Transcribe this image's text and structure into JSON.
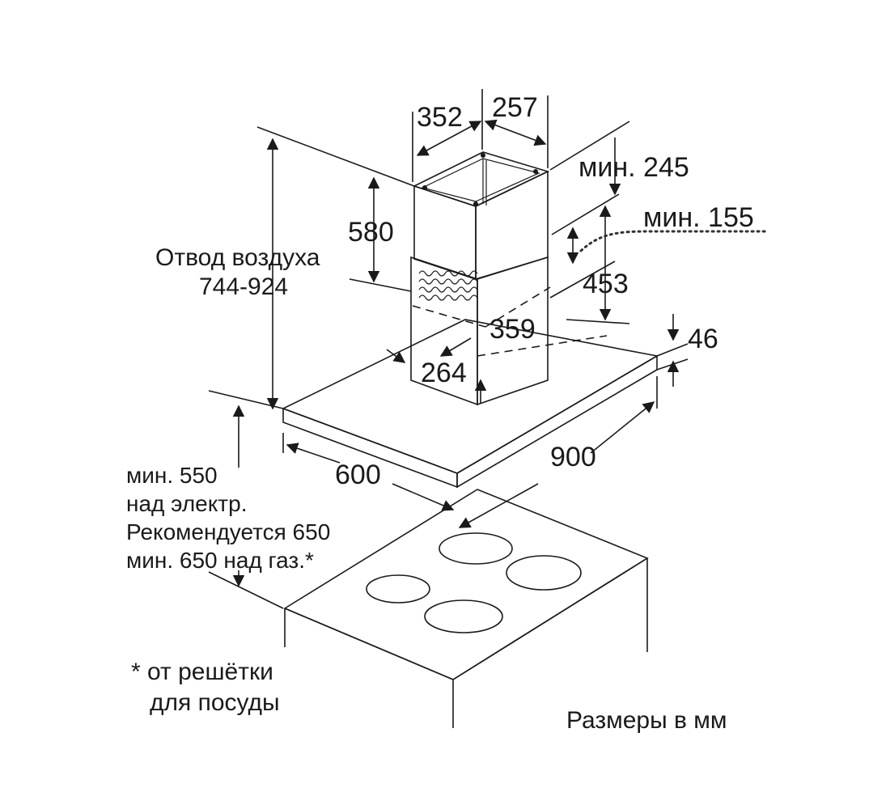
{
  "dimensions": {
    "chimney_width": "352",
    "chimney_depth": "257",
    "min_ceiling_gap": "мин. 245",
    "min_side": "мин. 155",
    "upper_height": "580",
    "chimney_lower": "453",
    "inner_depth": "359",
    "inner_width": "264",
    "canopy_thickness": "46",
    "canopy_width": "900",
    "canopy_depth": "600"
  },
  "air_duct": {
    "line1": "Отвод воздуха",
    "line2": "744-924"
  },
  "clearance": {
    "line1": "мин. 550",
    "line2": "над электр.",
    "line3": "Рекомендуется 650",
    "line4": "мин. 650 над газ.*"
  },
  "footnote": {
    "line1": "* от решётки",
    "line2": "для посуды"
  },
  "units_note": "Размеры в мм",
  "colors": {
    "stroke": "#1a1a1a",
    "chimney_top_gradient": "#f2f2f2",
    "chimney_body_gradient": "#9a9a9a"
  }
}
